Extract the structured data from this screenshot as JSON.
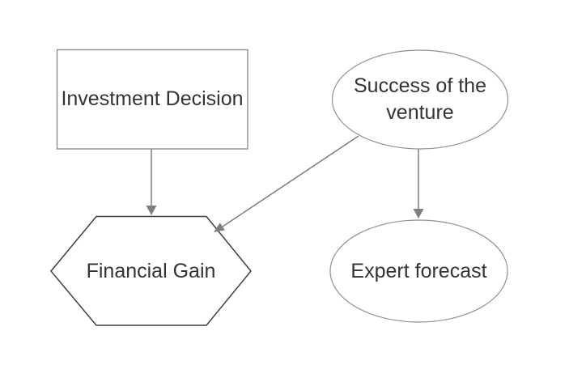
{
  "diagram": {
    "background_color": "#ffffff",
    "text_color": "#333333",
    "nodes": {
      "investment_decision": {
        "shape": "rectangle",
        "label": "Investment Decision",
        "outline_color": "#8f8f8f"
      },
      "success_of_the_venture": {
        "shape": "ellipse",
        "label": "Success of the venture",
        "label_line1": "Success of the",
        "label_line2": "venture",
        "outline_color": "#909090"
      },
      "financial_gain": {
        "shape": "hexagon",
        "label": "Financial Gain",
        "outline_color": "#3f3f3f"
      },
      "expert_forecast": {
        "shape": "ellipse",
        "label": "Expert forecast",
        "outline_color": "#909090"
      }
    },
    "edges": [
      {
        "from": "Investment Decision",
        "to": "Financial Gain",
        "style": "arrow",
        "color": "#7f7f7f"
      },
      {
        "from": "Success of the venture",
        "to": "Financial Gain",
        "style": "arrow",
        "color": "#7f7f7f"
      },
      {
        "from": "Success of the venture",
        "to": "Expert forecast",
        "style": "arrow",
        "color": "#7f7f7f"
      }
    ]
  }
}
